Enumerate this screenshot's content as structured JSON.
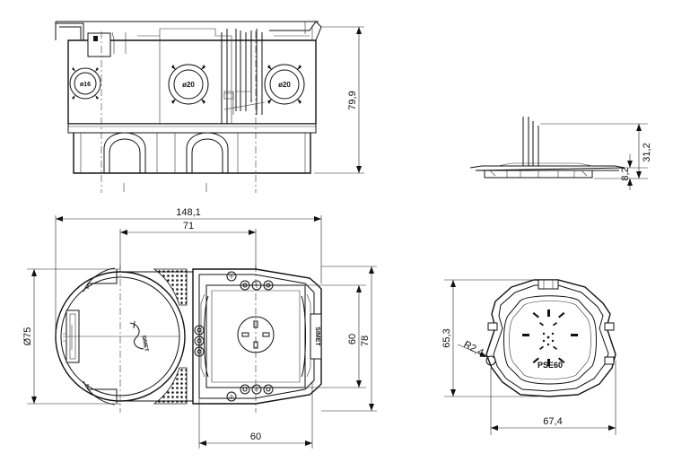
{
  "knockouts": {
    "left_label": "ø16",
    "center_label": "ø20",
    "right_label": "ø20"
  },
  "dimensions": {
    "top_height": "79,9",
    "side_height": "31,2",
    "side_flange": "8,2",
    "overall_width": "148,1",
    "center_distance": "71",
    "round_diameter": "Ø75",
    "square_inner": "60",
    "square_outer": "78",
    "square_width": "60",
    "lid_height": "65,3",
    "lid_radius": "R2,4",
    "lid_width": "67,4"
  },
  "lid_label": "PSE60",
  "brand_mark": "SIMET"
}
